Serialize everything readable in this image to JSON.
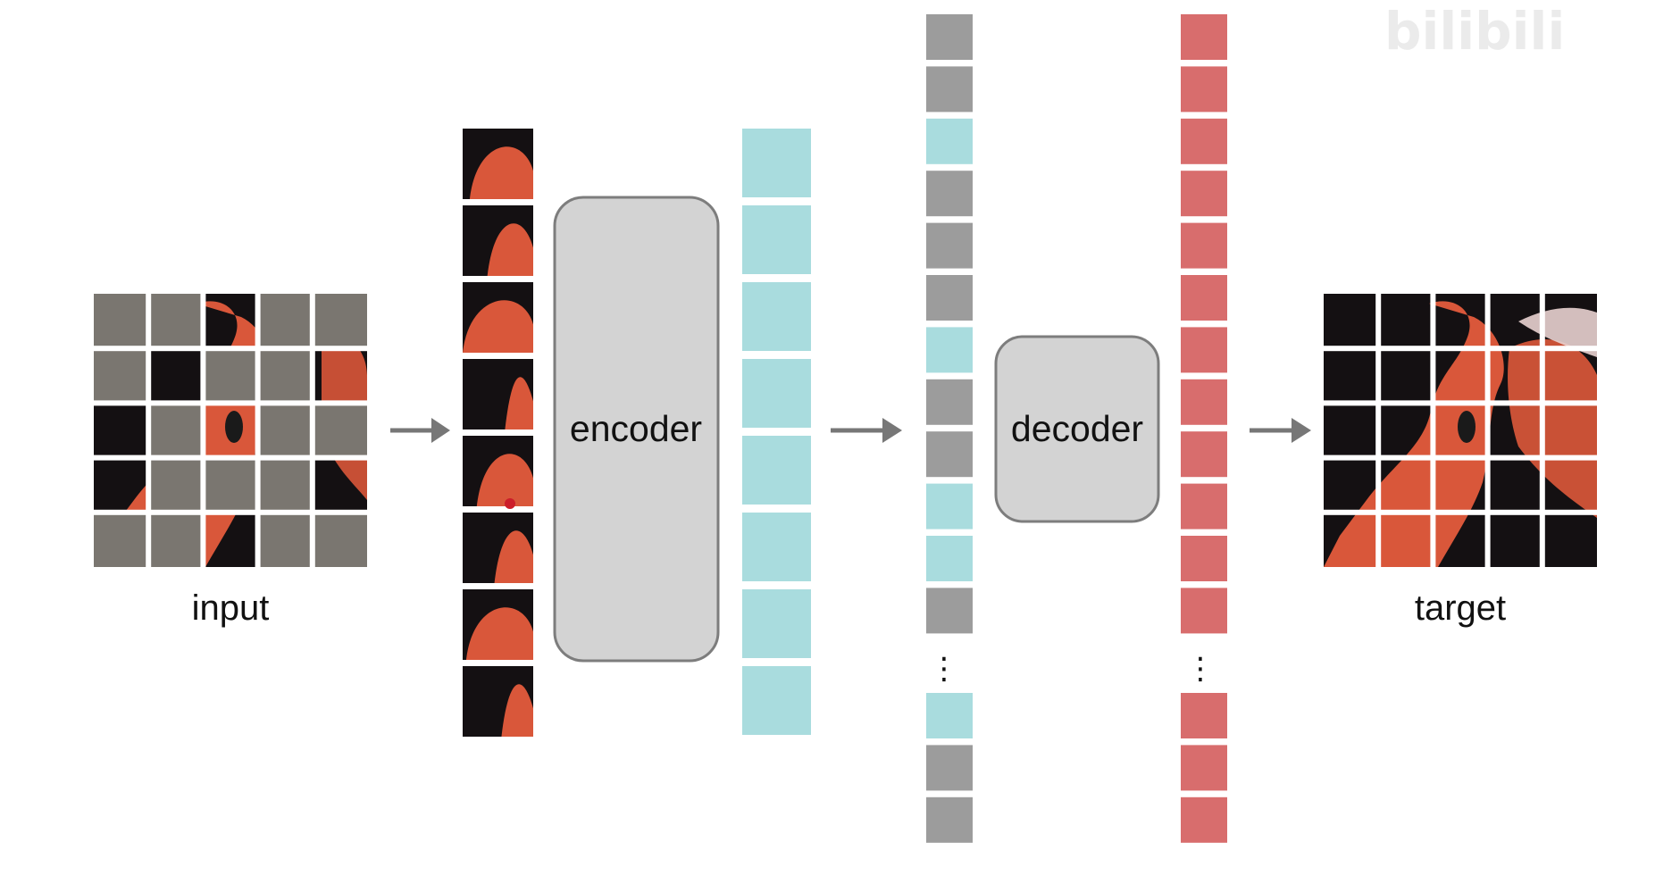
{
  "labels": {
    "input": "input",
    "encoder": "encoder",
    "decoder": "decoder",
    "target": "target",
    "ellipsis": "⋮"
  },
  "watermark": {
    "text": "bilibili"
  },
  "colors": {
    "mask_gray": "#7a7670",
    "latent_teal": "#a9dcde",
    "mask_token_gray": "#9c9c9c",
    "output_red": "#d86d6d",
    "block_fill": "#d3d3d3",
    "block_stroke": "#7d7d7d",
    "arrow": "#777777",
    "photo_dark": "#141012",
    "flamingo": "#d9573a"
  },
  "input_grid": {
    "rows": 5,
    "cols": 5,
    "visible_patches": [
      [
        0,
        2
      ],
      [
        1,
        1
      ],
      [
        1,
        4
      ],
      [
        2,
        0
      ],
      [
        2,
        2
      ],
      [
        3,
        0
      ],
      [
        3,
        4
      ],
      [
        4,
        2
      ]
    ]
  },
  "visible_patch_count": 8,
  "latent_count": 8,
  "decoder_input_column": {
    "top": [
      "gray",
      "gray",
      "teal",
      "gray",
      "gray",
      "gray",
      "teal",
      "gray",
      "gray",
      "teal",
      "teal",
      "gray"
    ],
    "bottom": [
      "teal",
      "gray",
      "gray"
    ]
  },
  "decoder_output_column": {
    "top_count": 12,
    "bottom_count": 3
  },
  "target_grid": {
    "rows": 5,
    "cols": 5
  }
}
